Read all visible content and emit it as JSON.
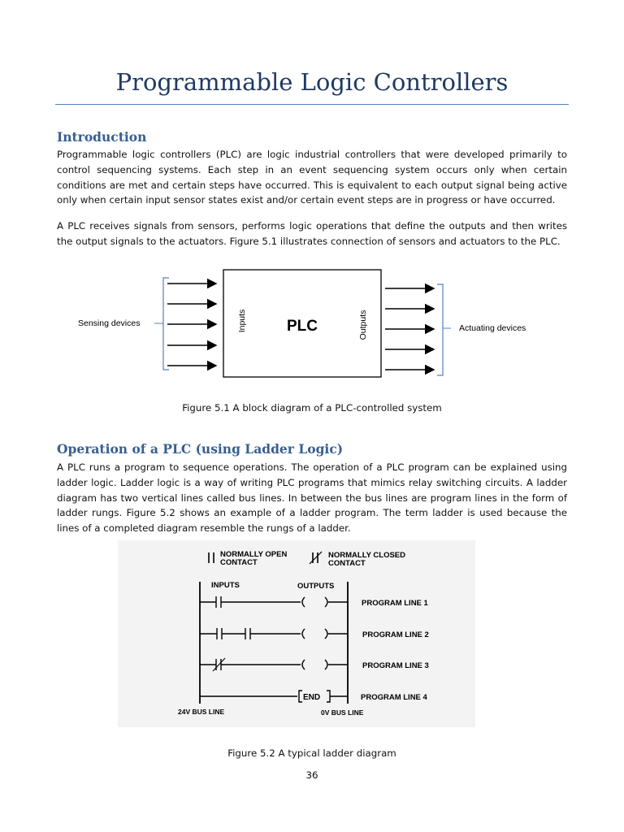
{
  "title": "Programmable Logic Controllers",
  "intro": {
    "heading": "Introduction",
    "p1": "Programmable logic controllers (PLC) are logic industrial controllers that were developed primarily to control sequencing systems. Each step in an event sequencing system occurs only when certain conditions are met and certain steps have occurred. This is equivalent to each output signal being active only when certain input sensor states exist and/or certain event steps are in progress or have occurred.",
    "p2": "A PLC receives signals from sensors, performs logic operations that define the outputs and then writes the output signals to the actuators. Figure 5.1 illustrates connection of sensors and actuators to the PLC."
  },
  "figure1": {
    "plc_label": "PLC",
    "inputs_label": "Inputs",
    "outputs_label": "Outputs",
    "sensing_label": "Sensing devices",
    "actuating_label": "Actuating devices",
    "caption": "Figure 5.1 A block diagram of a PLC-controlled system"
  },
  "operation": {
    "heading": "Operation of a PLC (using Ladder Logic)",
    "p1": "A PLC runs a program to sequence operations. The operation of a PLC program can be explained using ladder logic. Ladder logic is a way of writing PLC programs that mimics relay switching circuits. A ladder diagram has two vertical lines called bus lines. In between the bus lines are program lines in the form of ladder rungs. Figure 5.2 shows an example of a ladder program. The term ladder is used because the lines of a completed diagram resemble the rungs of a ladder."
  },
  "figure2": {
    "legend_no_1": "NORMALLY OPEN",
    "legend_no_2": "CONTACT",
    "legend_nc_1": "NORMALLY CLOSED",
    "legend_nc_2": "CONTACT",
    "inputs": "INPUTS",
    "outputs": "OUTPUTS",
    "lines": [
      "PROGRAM LINE 1",
      "PROGRAM LINE 2",
      "PROGRAM LINE 3",
      "PROGRAM LINE 4"
    ],
    "end_label": "END",
    "left_bus": "24V BUS LINE",
    "right_bus": "0V BUS LINE",
    "caption": "Figure 5.2 A typical ladder diagram"
  },
  "page_number": "36"
}
